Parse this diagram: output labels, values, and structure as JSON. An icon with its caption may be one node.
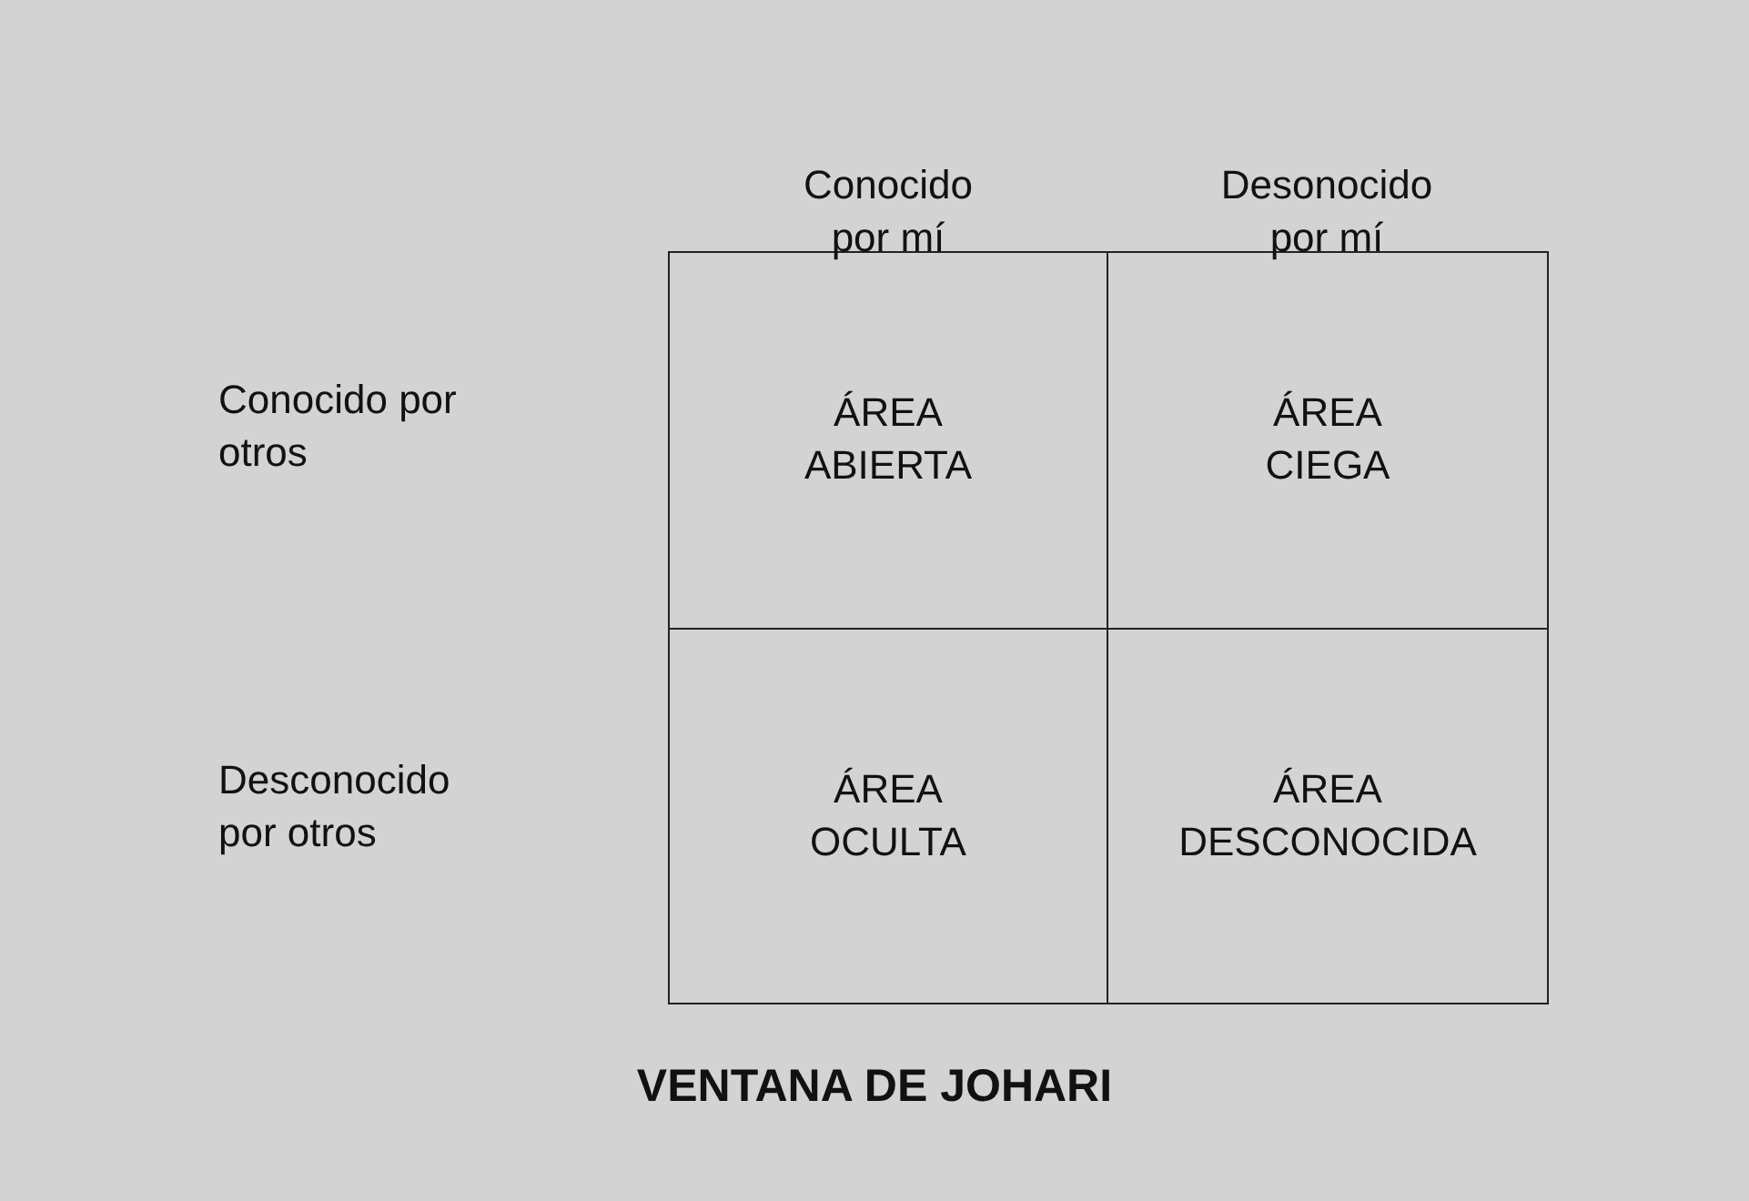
{
  "diagram": {
    "title": "VENTANA DE JOHARI",
    "nodes": [
      {
        "text": [
          "ÁREA ABIERTA"
        ]
      },
      {
        "text": [
          "ÁREA CIEGA"
        ]
      },
      {
        "text": [
          "ÁREA OCULTA"
        ]
      },
      {
        "text": [
          "ÁREA DESCONOCIDA"
        ]
      }
    ],
    "labels": [
      "Conocido por mí",
      "Desonocido por mí",
      "Conocido por otros",
      "Desconocido por otros"
    ]
  }
}
